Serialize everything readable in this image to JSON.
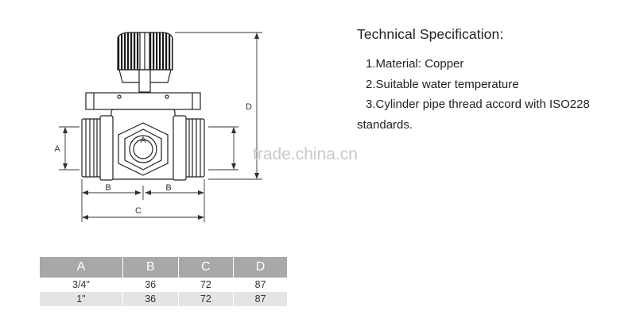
{
  "spec": {
    "title": "Technical Specification:",
    "items": [
      "1.Material: Copper",
      "2.Suitable water temperature",
      "3.Cylinder pipe thread accord with ISO228",
      "standards."
    ]
  },
  "drawing": {
    "dim_a": "A",
    "dim_a_center": "A",
    "dim_b_left": "B",
    "dim_b_right": "B",
    "dim_c": "C",
    "dim_d": "D",
    "watermark": "trade.china.cn"
  },
  "table": {
    "headers": [
      "A",
      "B",
      "C",
      "D"
    ],
    "rows": [
      [
        "3/4\"",
        "36",
        "72",
        "87"
      ],
      [
        "1\"",
        "36",
        "72",
        "87"
      ]
    ]
  }
}
